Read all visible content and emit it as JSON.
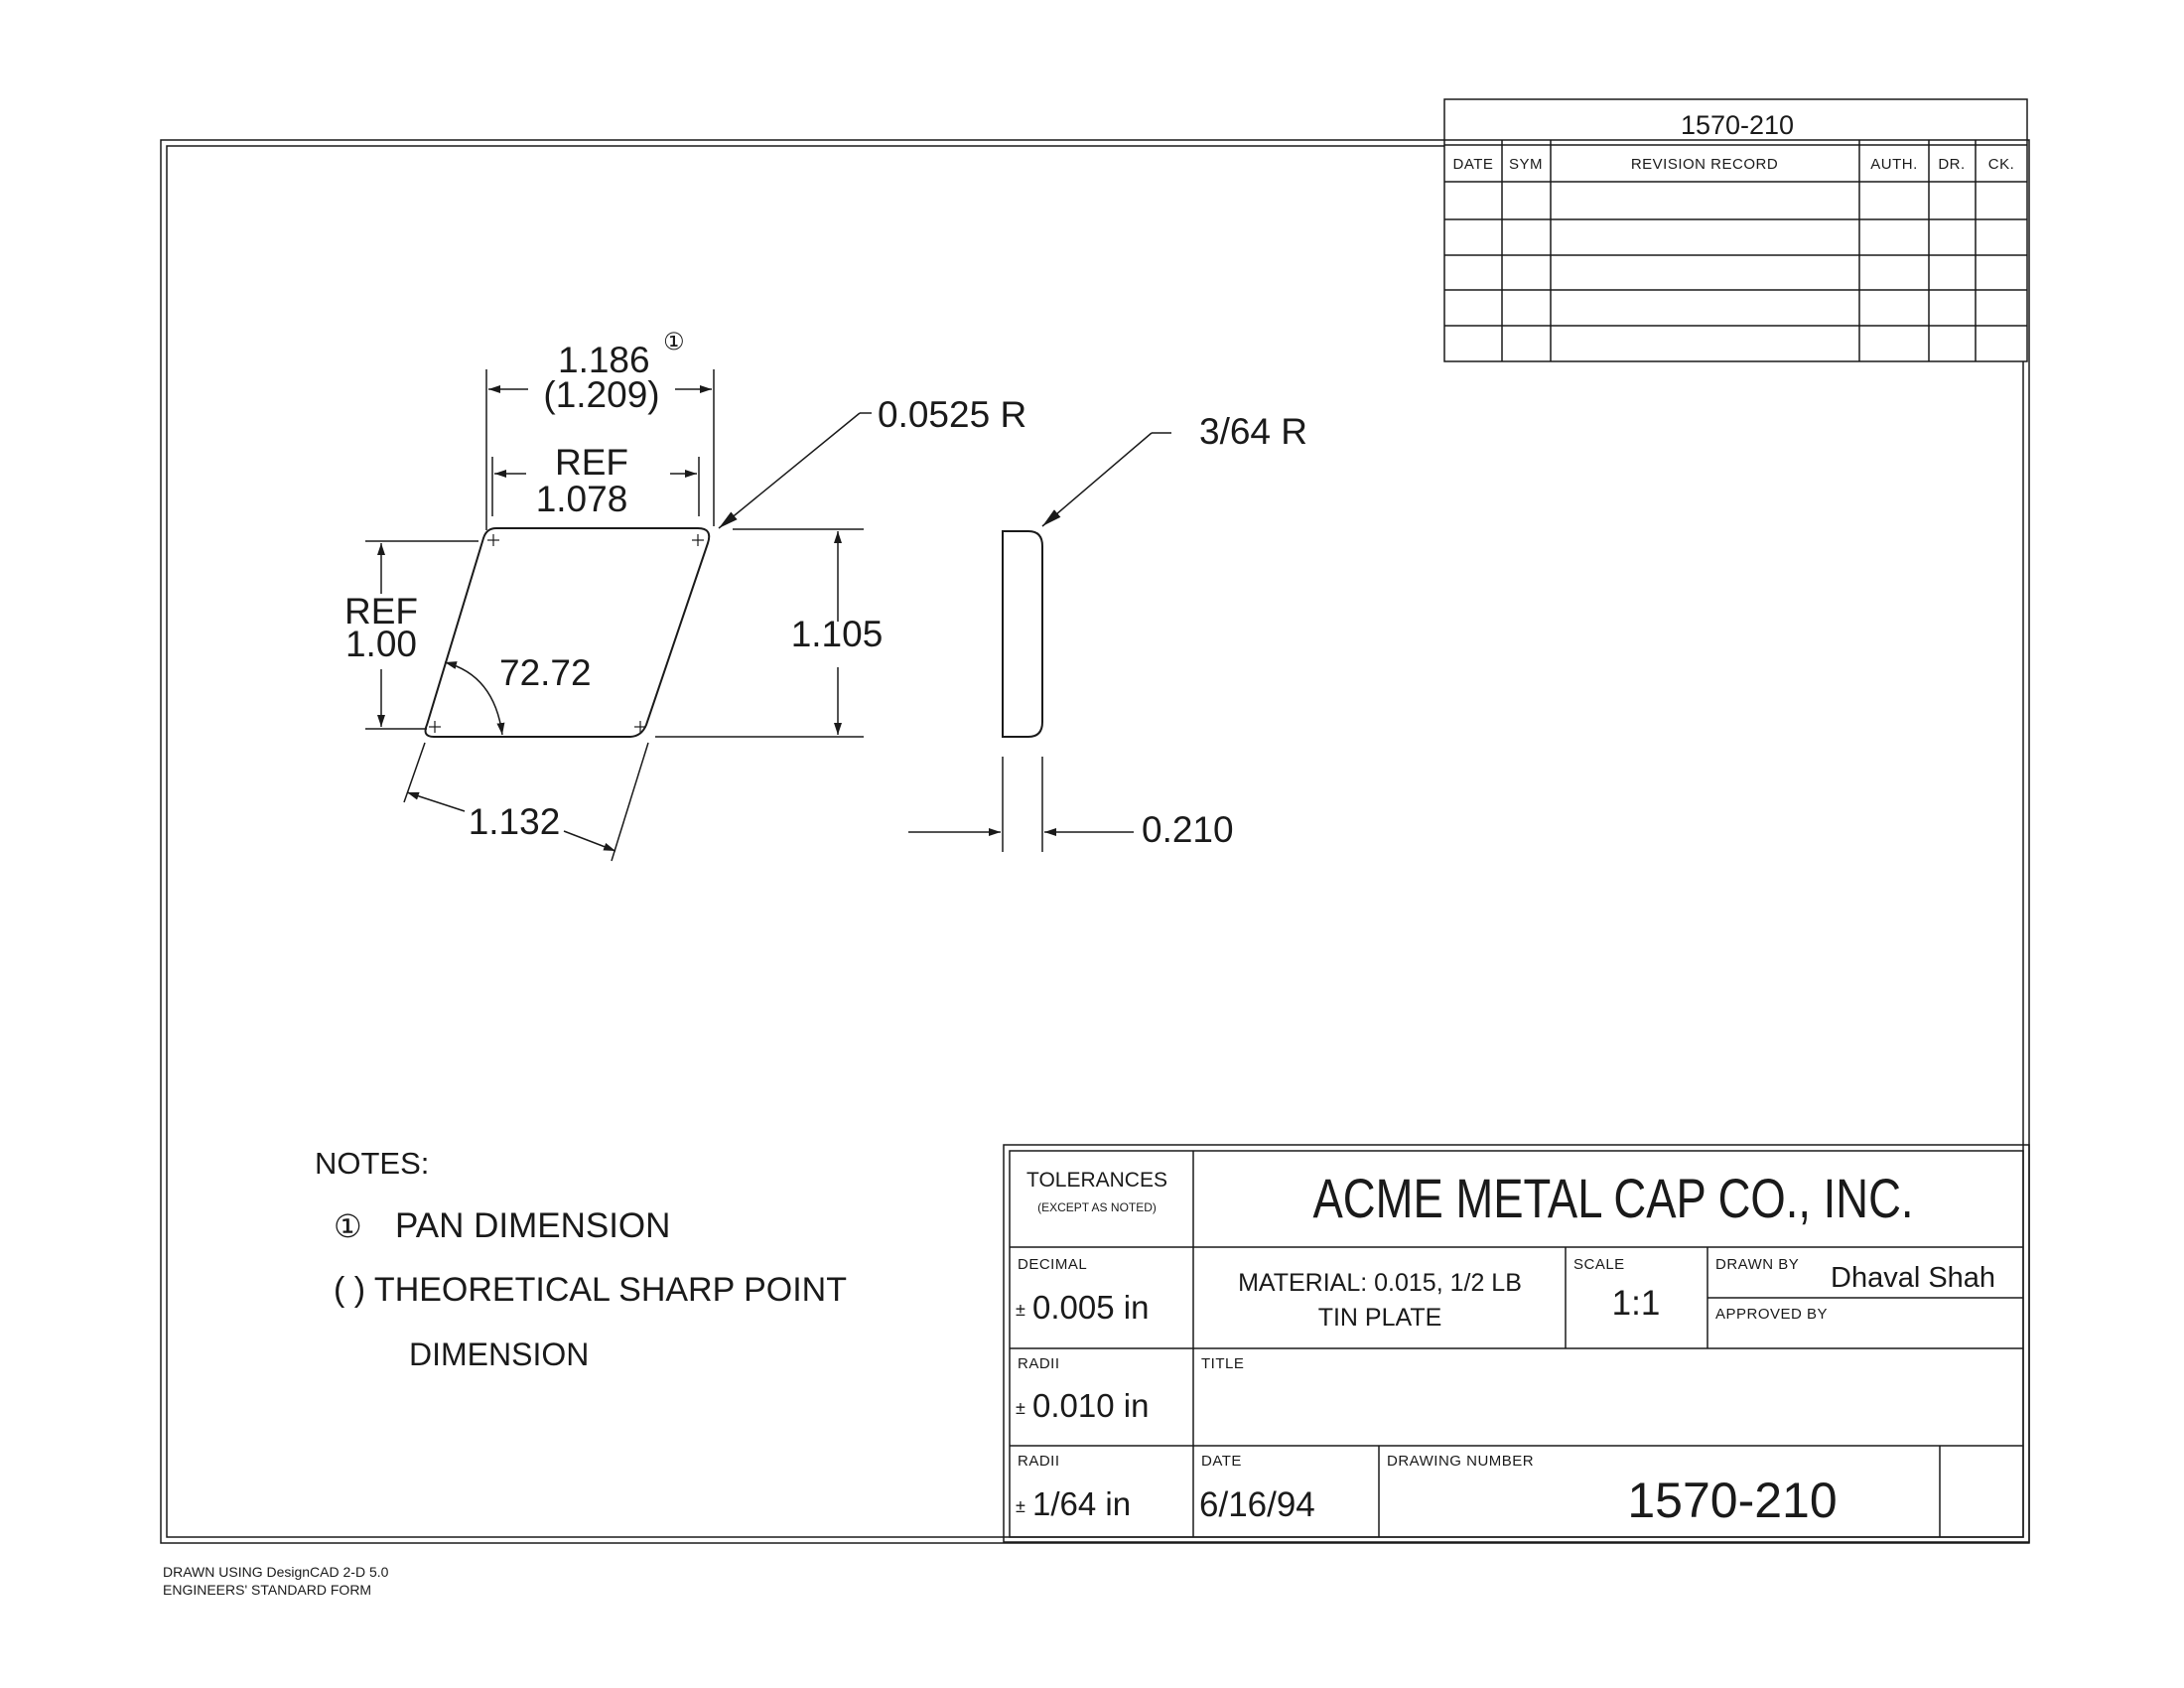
{
  "revision_block": {
    "drawing_number": "1570-210",
    "headers": [
      "DATE",
      "SYM",
      "REVISION RECORD",
      "AUTH.",
      "DR.",
      "CK."
    ]
  },
  "drawing": {
    "dim_top": "1.186",
    "pan_symbol": "①",
    "dim_top_theoretical": "(1.209)",
    "ref_top_label": "REF",
    "ref_top_value": "1.078",
    "corner_radius": "0.0525 R",
    "ref_left_label": "REF",
    "ref_left_value": "1.00",
    "angle": "72.72",
    "height": "1.105",
    "slant_length": "1.132",
    "edge_radius": "3/64 R",
    "thickness": "0.210"
  },
  "notes": {
    "heading": "NOTES:",
    "symbol": "①",
    "note1": "PAN DIMENSION",
    "note2_line1": "( ) THEORETICAL SHARP POINT",
    "note2_line2": "DIMENSION"
  },
  "title_block": {
    "tolerances_label": "TOLERANCES",
    "tolerances_sub": "(EXCEPT AS NOTED)",
    "company": "ACME METAL CAP CO., INC.",
    "decimal_label": "DECIMAL",
    "decimal_value": "0.005 in",
    "material_line1": "MATERIAL: 0.015, 1/2 LB",
    "material_line2": "TIN PLATE",
    "scale_label": "SCALE",
    "scale_value": "1:1",
    "drawn_by_label": "DRAWN BY",
    "drawn_by_value": "Dhaval Shah",
    "approved_by_label": "APPROVED BY",
    "radii1_label": "RADII",
    "radii1_value": "0.010 in",
    "title_label": "TITLE",
    "radii2_label": "RADII",
    "radii2_value": "1/64 in",
    "date_label": "DATE",
    "date_value": "6/16/94",
    "drawing_number_label": "DRAWING NUMBER",
    "drawing_number_value": "1570-210",
    "plus_minus": "±"
  },
  "footer": {
    "line1": "DRAWN USING DesignCAD 2-D 5.0",
    "line2": "ENGINEERS' STANDARD FORM"
  }
}
